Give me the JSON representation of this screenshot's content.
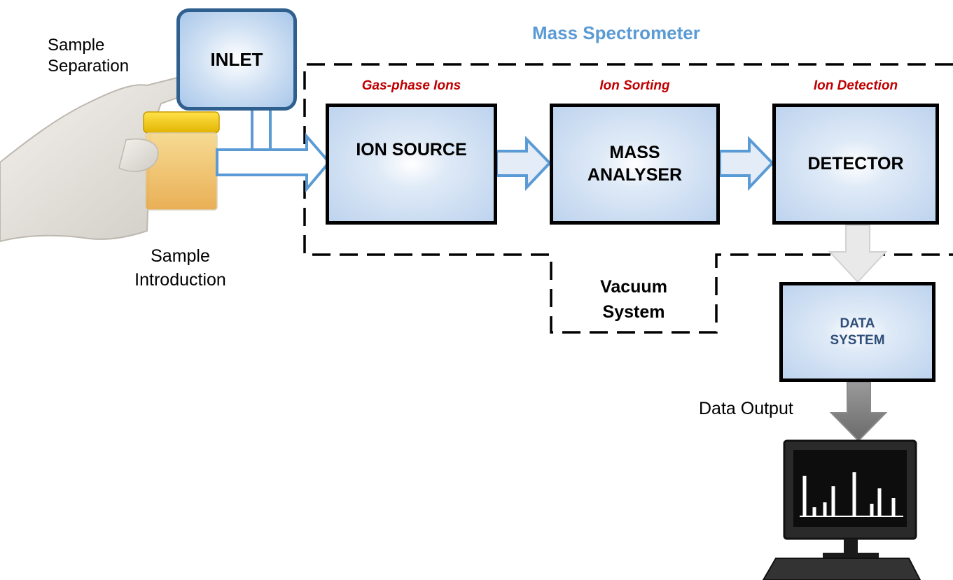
{
  "title": "Mass Spectrometer",
  "colors": {
    "title": "#5b9bd5",
    "stage": "#c00000",
    "arrow": "#5b9bd5",
    "box_border": "#000000"
  },
  "inlet": {
    "label": "INLET"
  },
  "stages": [
    {
      "caption": "Gas-phase Ions",
      "box": "ION SOURCE"
    },
    {
      "caption": "Ion Sorting",
      "box": "MASS\nANALYSER"
    },
    {
      "caption": "Ion Detection",
      "box": "DETECTOR"
    }
  ],
  "data_system": {
    "label": "DATA\nSYSTEM"
  },
  "vacuum_system": {
    "label": "Vacuum\nSystem"
  },
  "sample_separation": {
    "label": "Sample\nSeparation"
  },
  "sample_introduction": {
    "label": "Sample\nIntroduction"
  },
  "data_output": {
    "label": "Data Output"
  },
  "images": {
    "hand": "gloved-hand-with-sample-jar",
    "computer": "computer-monitor-with-spectrum"
  }
}
